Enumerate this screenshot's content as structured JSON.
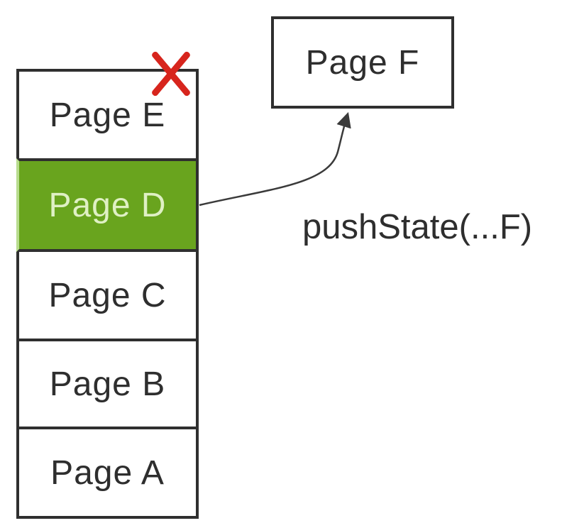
{
  "diagram": {
    "title_meaning": "Browser history stack after history.pushState",
    "history_stack": {
      "items": [
        {
          "label": "Page E",
          "state": "removed"
        },
        {
          "label": "Page D",
          "state": "current"
        },
        {
          "label": "Page C",
          "state": "default"
        },
        {
          "label": "Page B",
          "state": "default"
        },
        {
          "label": "Page A",
          "state": "default"
        }
      ]
    },
    "new_page_box": {
      "label": "Page F"
    },
    "annotation": {
      "label": "pushState(...F)"
    },
    "arrow": {
      "from": "Page D",
      "to": "Page F"
    },
    "colors": {
      "box_border": "#2f2f2f",
      "box_fill": "#ffffff",
      "active_fill": "#69a41e",
      "active_text": "#dff0c4",
      "active_left_border": "#b8dc8e",
      "removed_x": "#d7251d",
      "text": "#2e2e2e",
      "arrow": "#3a3a3a"
    }
  }
}
